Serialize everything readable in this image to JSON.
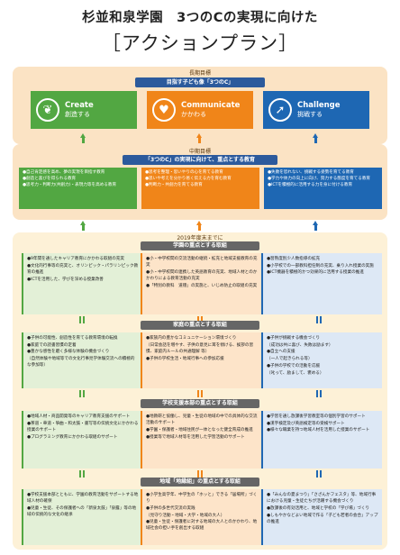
{
  "title": {
    "line1": "杉並和泉学園　3つのCの実現に向けた",
    "line2": "［アクションプラン］"
  },
  "long_term": {
    "label": "長期目標",
    "header": "目指す子ども像「3つのC」",
    "cards": [
      {
        "en": "Create",
        "jp": "創造する",
        "icon": "sprout-icon"
      },
      {
        "en": "Communicate",
        "jp": "かかわる",
        "icon": "heart-icon"
      },
      {
        "en": "Challenge",
        "jp": "挑戦する",
        "icon": "runner-icon"
      }
    ]
  },
  "mid_term": {
    "label": "中期目標",
    "header": "「3つのC」の実現に向けて、重点とする教育",
    "green": [
      "●自己肯定感を高め、夢の実現を目指す教育",
      "●創造と喜びを得られる教育",
      "●思考力・判断力(共創力)・表現力等を高める教育"
    ],
    "orange": [
      "●思考を整理・思いやりの心を育てる教育",
      "●思いや考えを分かり易く伝える力を育む教育",
      "●判断力・共創力を育てる教育"
    ],
    "blue": [
      "●失敗を恐れない、挑戦する姿勢を育てる教育",
      "●学力や体力の向上に向け、努力する態度を育てる教育",
      "●ICTを積極的に活用する力を身に付ける教育"
    ]
  },
  "deadline": "2019年度末までに",
  "sections": [
    {
      "title": "学園の重点とする取組",
      "green": [
        "●9年間を通したキャリア教育にかかわる取組の充実",
        "●文化的行事等の充実と、オリンピック・パラリンピック教育の推進",
        "●ICTを活用した、学びを深める授業改善"
      ],
      "orange": [
        "●小・中学校間の交流活動の継続・拡充と地域支援教育の充実",
        "●小・中学校間の連携した英語教育の充実、地域人材とのかかわりによる教育活動の充実",
        "●「特別の教科　道徳」の実施と、いじめ防止の取組の充実"
      ],
      "blue": [
        "●習熟度別少人数指導の拡充",
        "●小学校での一部教科担任制の充実、乗り入れ授業の実施",
        "●ICT機器を積極的かつ効果的に活用する授業の推進"
      ]
    },
    {
      "title": "家庭の重点とする取組",
      "green": [
        "●子供の可能性、創造性を育てる教育環境の転換",
        "●家庭での読書習慣の定着",
        "●豊かな感性を磨く多様な体験の機会づくり",
        "（自然体験や地域等での文化行事見学体験交流への積極的な参加等）"
      ],
      "orange": [
        "●家族内の豊かなコミュニケーション環境づくり",
        "（日常会話を増やす、子供の意見に耳を傾ける、挨拶の習慣、家庭内ルールの共通理解 等）",
        "●子供の学校生活・地域行事への参加応援"
      ],
      "blue": [
        "●子供が挑戦する機会づくり",
        "（成功は共に喜び、失敗は励ます）",
        "●自立への支援",
        "（一人で起きられる等）",
        "●子供の学校での活動を応援",
        "（叱って、励まして、褒める）"
      ]
    },
    {
      "title": "学校支援本部の重点とする取組",
      "green": [
        "●地域人材・商品開発等のキャリア教育支援のサポート",
        "●茶道・華道・箏曲・和太鼓・書写等の伝統文化にかかわる授業のサポート",
        "●プログラミング教育にかかわる取組のサポート"
      ],
      "orange": [
        "●地教研と協働し、児童・生徒の地域の中での具体的な交流活動のサポート",
        "●学園・保護者・地域住民が一体となった健全育成の推進",
        "●授業等で地域人材等を活用した学習活動のサポート"
      ],
      "blue": [
        "●学習を通し放課後学習教室等の個別学習のサポート",
        "●漢字検定及び英語検定等の受検サポート",
        "●様々な職業を持つ地域人材を活用した授業のサポート"
      ]
    },
    {
      "title": "地域「地縁組」の重点とする取組",
      "green": [
        "●学校支援本部とともに、学園の教育活動をサポートする地域人材の確保",
        "●児童・生徒、その保護者への「新泉太鼓」「泉露」等の地域の伝統的な文化の継承"
      ],
      "orange": [
        "●小学生高学年、中学生の「ホッと」できる「居場所」づくり",
        "●子供の多世代交流の実践",
        "（見守り活動・地域・大学・地域の大人）",
        "●児童・生徒・保護者に対する地域の大人とのかかわり、地域社会の担い手を創出する取組"
      ],
      "blue": [
        "●「みんなの夏まつり」「さざんかフェスタ」等、地域行事における児童・生徒たちが活躍する機会づくり",
        "●放課後の有効活用と、地域と学校の「学び場」づくり",
        "●しもやかなどよい地域で作る「子ども若者の会合」アップの推進"
      ]
    }
  ],
  "colors": {
    "green": "#52a742",
    "orange": "#f08519",
    "blue": "#1e67b3",
    "header": "#2c5a9c",
    "panel": "#fbe3c4"
  }
}
